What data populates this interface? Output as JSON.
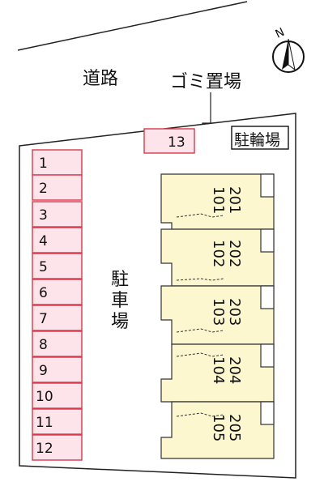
{
  "labels": {
    "road": "道路",
    "garbage": "ゴミ置場",
    "bike_parking": "駐輪場",
    "parking": [
      "駐",
      "車",
      "場"
    ],
    "compass": "N"
  },
  "parking_stalls": [
    "1",
    "2",
    "3",
    "4",
    "5",
    "6",
    "7",
    "8",
    "9",
    "10",
    "11",
    "12"
  ],
  "extra_stall": "13",
  "units": [
    {
      "top": "201",
      "bottom": "101"
    },
    {
      "top": "202",
      "bottom": "102"
    },
    {
      "top": "203",
      "bottom": "103"
    },
    {
      "top": "204",
      "bottom": "104"
    },
    {
      "top": "205",
      "bottom": "105"
    }
  ],
  "colors": {
    "stall_fill": "#fde3ea",
    "stall_stroke": "#d93a4a",
    "building_fill": "#fdf7cf"
  }
}
